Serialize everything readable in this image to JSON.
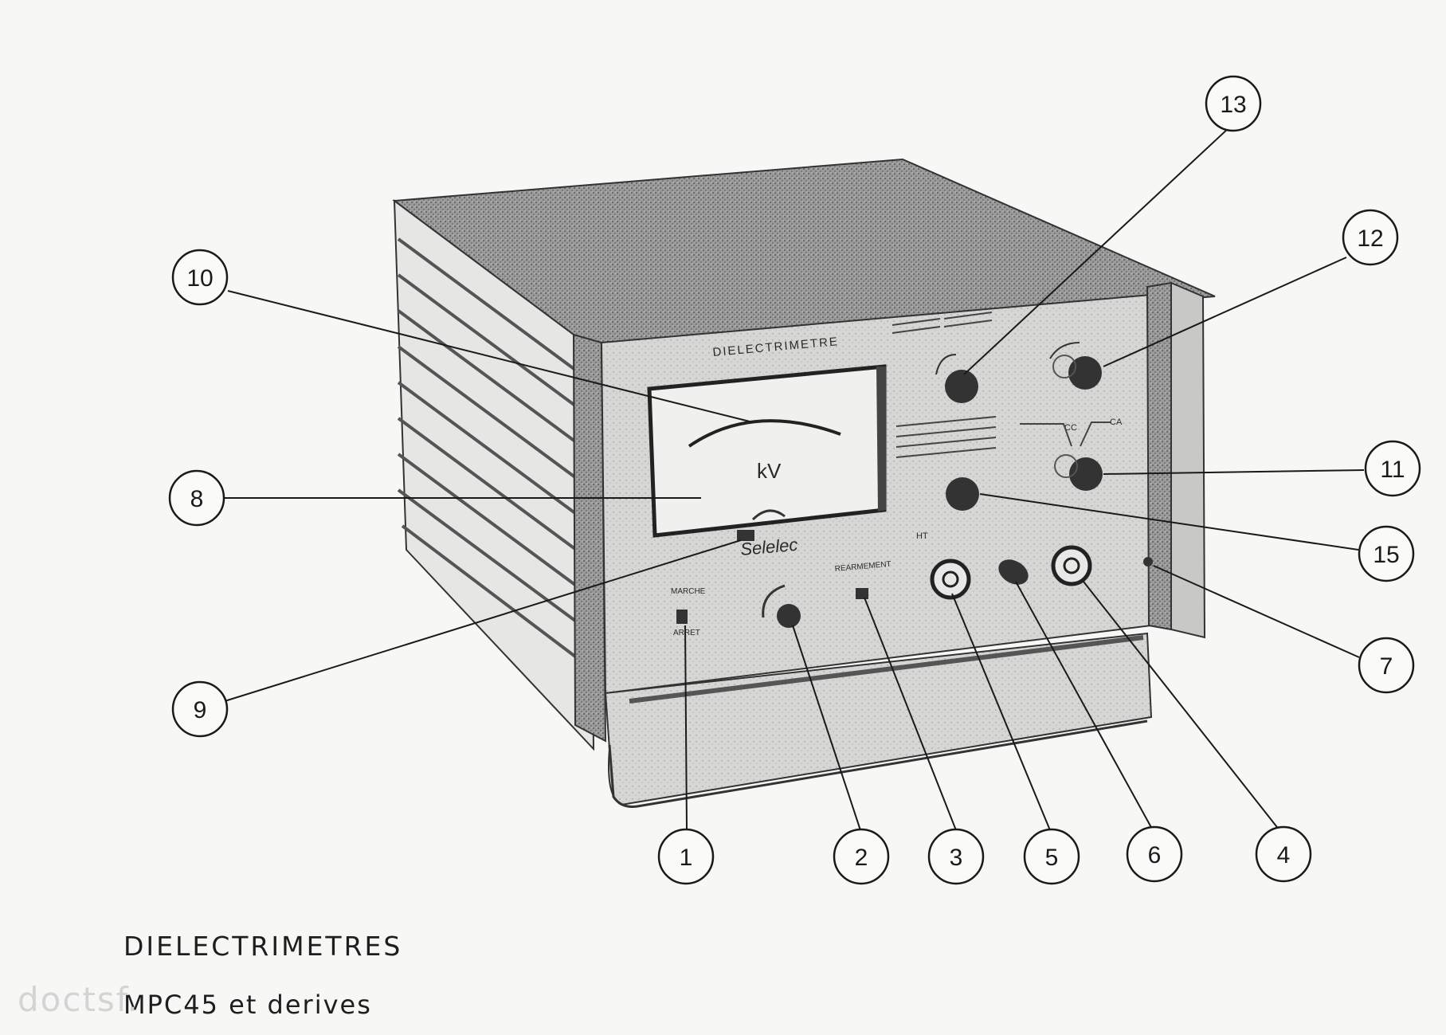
{
  "instrument": {
    "panel_title": "DIELECTRIMETRE",
    "meter_unit": "kV",
    "brand": "Selelec",
    "switch_label_marche": "MARCHE",
    "switch_label_arret": "ARRET",
    "label_rearmement": "REARMEMENT",
    "label_ht": "HT",
    "label_cc": "CC",
    "label_ca": "CA"
  },
  "callouts": [
    "1",
    "2",
    "3",
    "4",
    "5",
    "6",
    "7",
    "8",
    "9",
    "10",
    "11",
    "12",
    "13",
    "15"
  ],
  "caption": {
    "title": "DIELECTRIMETRES",
    "subtitle": "MPC45 et derives"
  },
  "watermark": "doctsf."
}
